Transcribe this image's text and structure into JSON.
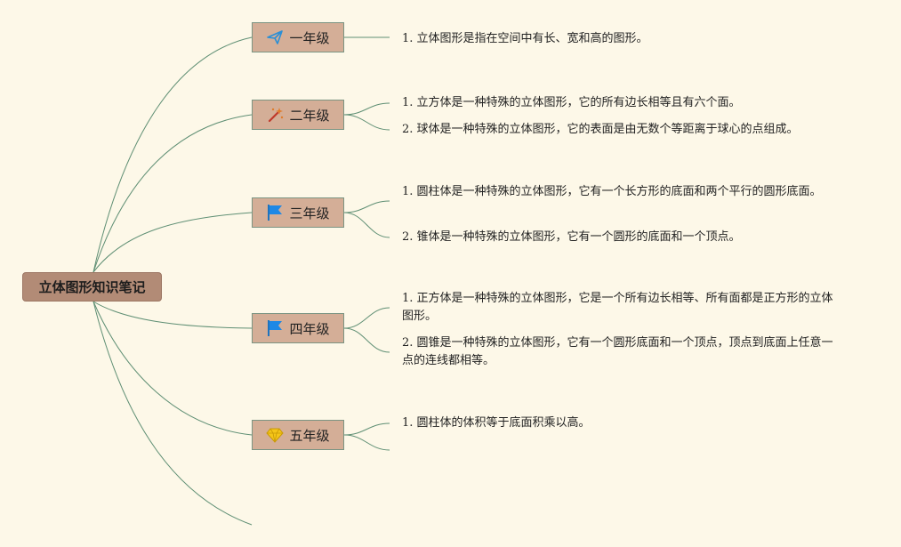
{
  "root": {
    "title": "立体图形知识笔记"
  },
  "branches": [
    {
      "label": "一年级",
      "icon": "paper-plane-icon",
      "notes": [
        "1. 立体图形是指在空间中有长、宽和高的图形。"
      ]
    },
    {
      "label": "二年级",
      "icon": "magic-wand-icon",
      "notes": [
        "1. 立方体是一种特殊的立体图形，它的所有边长相等且有六个面。",
        "2. 球体是一种特殊的立体图形，它的表面是由无数个等距离于球心的点组成。"
      ]
    },
    {
      "label": "三年级",
      "icon": "flag-icon",
      "notes": [
        "1. 圆柱体是一种特殊的立体图形，它有一个长方形的底面和两个平行的圆形底面。",
        "2. 锥体是一种特殊的立体图形，它有一个圆形的底面和一个顶点。"
      ]
    },
    {
      "label": "四年级",
      "icon": "flag-icon",
      "notes": [
        "1. 正方体是一种特殊的立体图形，它是一个所有边长相等、所有面都是正方形的立体图形。",
        "2. 圆锥是一种特殊的立体图形，它有一个圆形底面和一个顶点，顶点到底面上任意一点的连线都相等。"
      ]
    },
    {
      "label": "五年级",
      "icon": "diamond-icon",
      "notes": [
        "1. 圆柱体的体积等于底面积乘以高。"
      ]
    }
  ],
  "colors": {
    "background": "#fdf8e8",
    "root_fill": "#b28b76",
    "branch_fill": "#d4ae97",
    "connector": "#5f8f74"
  }
}
